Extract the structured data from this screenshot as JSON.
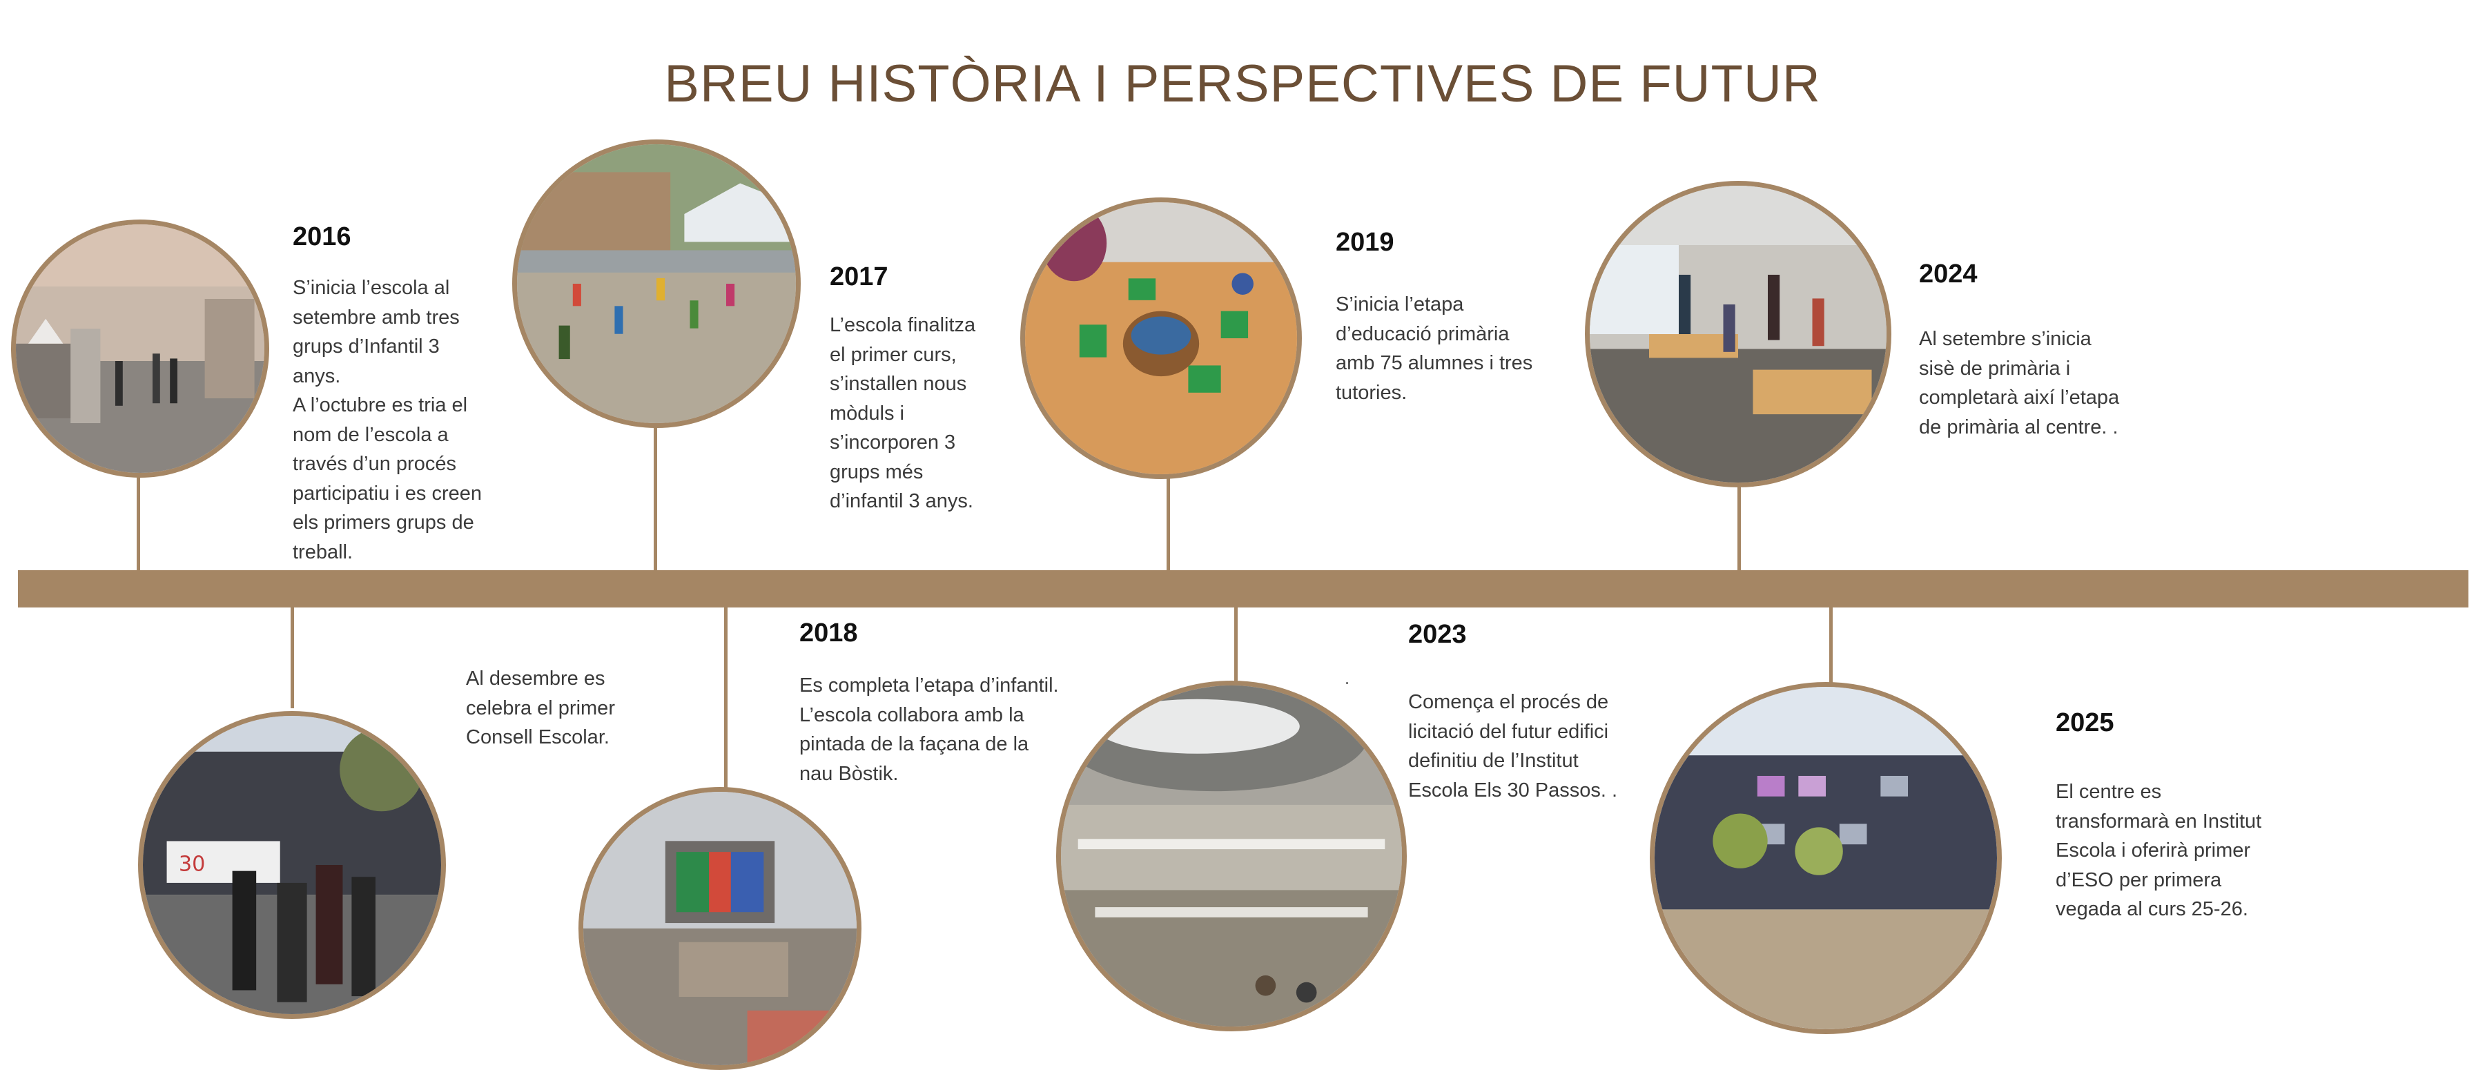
{
  "title": "BREU HISTÒRIA I PERSPECTIVES DE FUTUR",
  "events": [
    {
      "year": "2016",
      "text": "S’inicia l’escola al\nsetembre amb tres\ngrups d’Infantil 3\nanys.\nA l’octubre es tria el\nnom de l’escola a\ntravés d’un procés\nparticipatiu i es creen\nels primers grups de\ntreball.",
      "photo": "school-start-yard-photo"
    },
    {
      "year": "",
      "text": "Al desembre es\ncelebra el primer\nConsell Escolar.",
      "photo": "30-passos-banner-photo"
    },
    {
      "year": "2017",
      "text": "L’escola finalitza\nel primer curs,\ns’installen nous\nmòduls i\ns’incorporen 3\ngrups més\nd’infantil 3 anys.",
      "photo": "playground-children-photo"
    },
    {
      "year": "2018",
      "text": "Es completa l’etapa d’infantil.\nL’escola collabora amb la\npintada de la façana de la\nnau Bòstik.",
      "photo": "bostik-mural-photo"
    },
    {
      "year": "2019",
      "text": "S’inicia l’etapa\nd’educació primària\namb 75 alumnes i tres\ntutories.",
      "photo": "classroom-table-photo"
    },
    {
      "year": "2023",
      "text": "Comença el procés de\nlicitació del futur edifici\ndefinitiu de l’Institut\nEscola Els 30 Passos. .",
      "photo": "future-building-render-photo"
    },
    {
      "year": "2024",
      "text": "Al setembre s’inicia\nsisè de primària i\ncompletarà així l’etapa\nde primària al centre.  .",
      "photo": "classroom-interior-photo"
    },
    {
      "year": "2025",
      "text": "El centre es\ntransformarà en Institut\nEscola i oferirà primer\nd’ESO per primera\nvegada al curs 25-26.",
      "photo": "modular-building-photo"
    }
  ],
  "colors": {
    "accent": "#a58664",
    "title": "#6b4f36",
    "text": "#3a3a3a",
    "year": "#111111"
  }
}
